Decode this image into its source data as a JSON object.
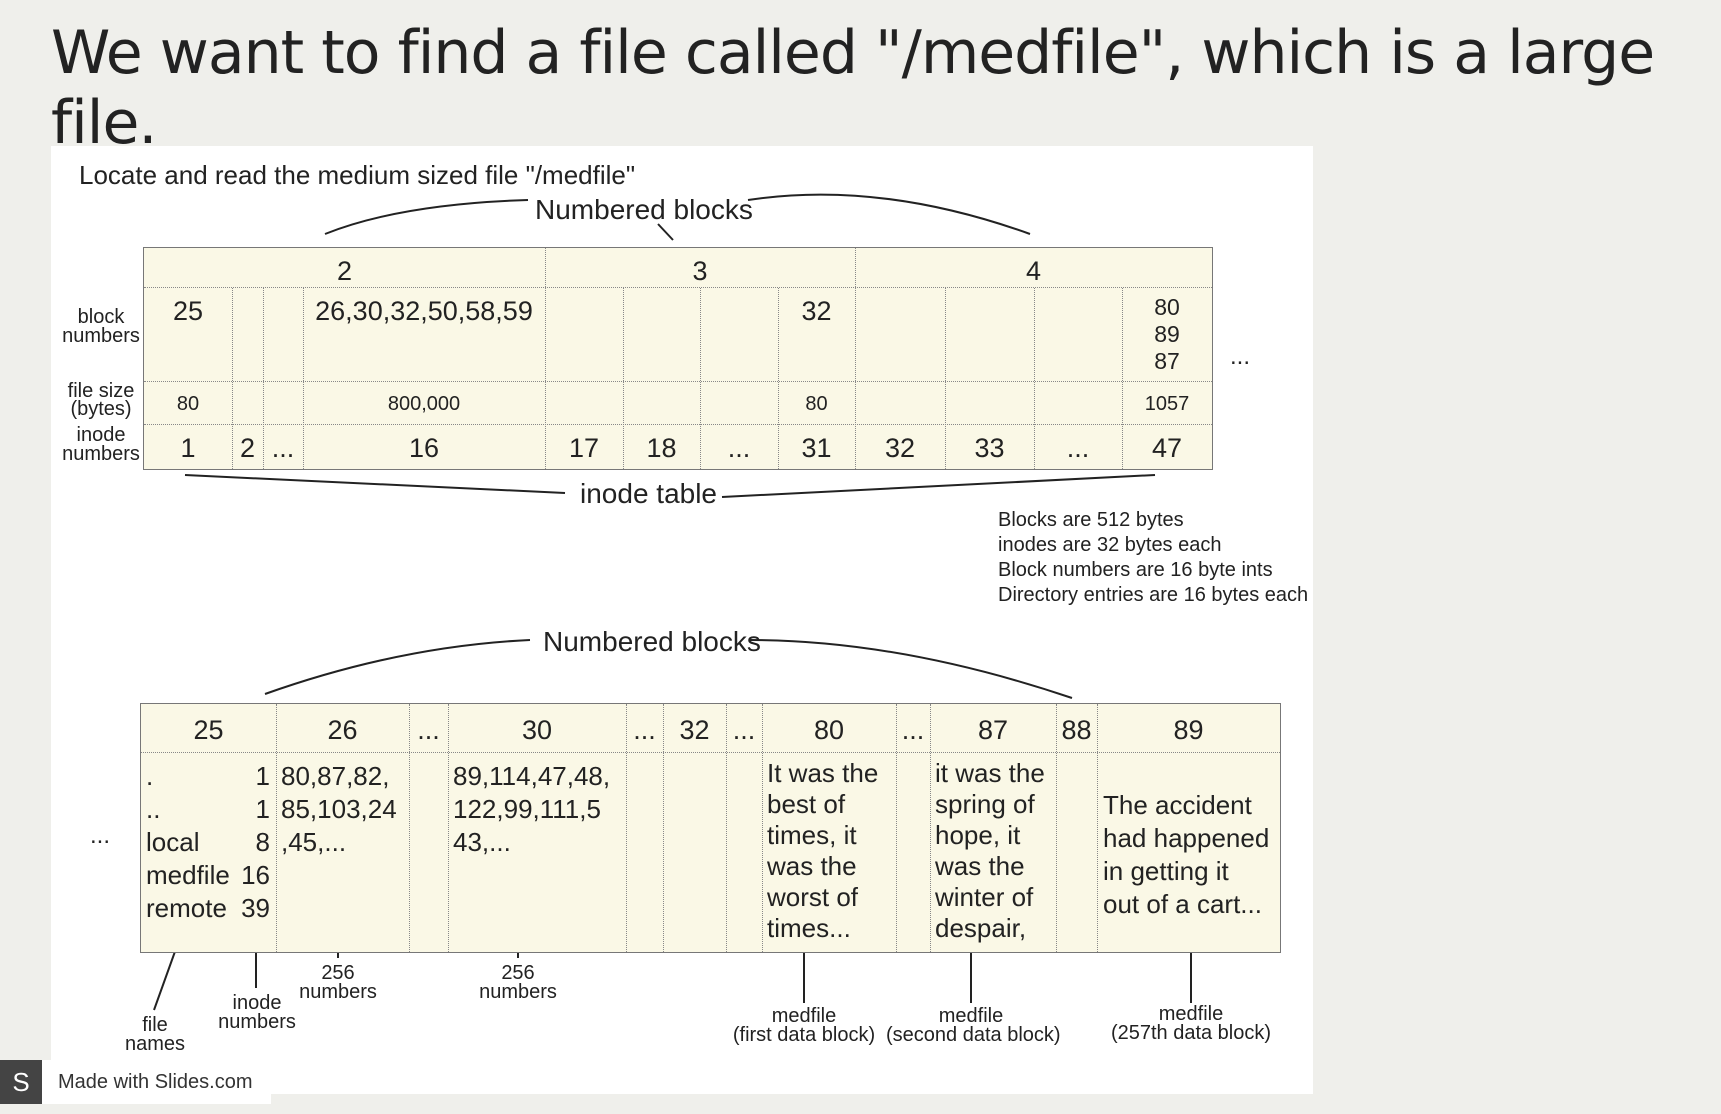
{
  "title": "We want to find a file called \"/medfile\", which is a large file.",
  "diagram": {
    "caption": "Locate and read the medium sized file \"/medfile\"",
    "top_label": "Numbered blocks",
    "inode_table_label": "inode table",
    "row_labels": {
      "block_numbers": [
        "block",
        "numbers"
      ],
      "file_size": [
        "file size",
        "(bytes)"
      ],
      "inode_numbers": [
        "inode",
        "numbers"
      ]
    },
    "block_headers": [
      "2",
      "3",
      "4"
    ],
    "inode_numbers": [
      "1",
      "2",
      "...",
      "16",
      "17",
      "18",
      "...",
      "31",
      "32",
      "33",
      "...",
      "47"
    ],
    "block_number_values": {
      "i1": "25",
      "i16": "26,30,32,50,58,59",
      "i31": "32",
      "i47": [
        "80",
        "89",
        "87"
      ]
    },
    "file_size_values": {
      "i1": "80",
      "i16": "800,000",
      "i31": "80",
      "i47": "1057"
    },
    "ellipsis_right": "...",
    "notes": [
      "Blocks are 512 bytes",
      "inodes are 32 bytes each",
      "Block numbers are 16 byte ints",
      "Directory entries are 16 bytes each"
    ],
    "bottom_label": "Numbered blocks",
    "bottom_headers": [
      "25",
      "26",
      "...",
      "30",
      "...",
      "32",
      "...",
      "80",
      "...",
      "87",
      "88",
      "89"
    ],
    "dir_entries": [
      {
        "name": ".",
        "inode": "1"
      },
      {
        "name": "..",
        "inode": "1"
      },
      {
        "name": "local",
        "inode": "8"
      },
      {
        "name": "medfile",
        "inode": "16"
      },
      {
        "name": "remote",
        "inode": "39"
      }
    ],
    "block26": "80,87,82,\n85,103,24\n,45,...",
    "block30": "89,114,47,48,\n122,99,111,5\n43,...",
    "block80": "It was the\nbest of\ntimes, it\nwas the\nworst of\ntimes...",
    "block87": "it was the\nspring of\nhope, it\nwas the\nwinter of\ndespair,",
    "block89": "The accident\nhad happened\nin getting it\nout of a cart...",
    "ellipsis_left": "...",
    "annotations": {
      "file_names": [
        "file",
        "names"
      ],
      "inode_numbers": [
        "inode",
        "numbers"
      ],
      "n256a": [
        "256",
        "numbers"
      ],
      "n256b": [
        "256",
        "numbers"
      ],
      "medfile1": [
        "medfile",
        "(first data block)"
      ],
      "medfile2": [
        "medfile",
        "(second data block)"
      ],
      "medfile257": [
        "medfile",
        "(257th data block)"
      ]
    }
  },
  "footer": {
    "logo_letter": "S",
    "text": "Made with Slides.com"
  }
}
